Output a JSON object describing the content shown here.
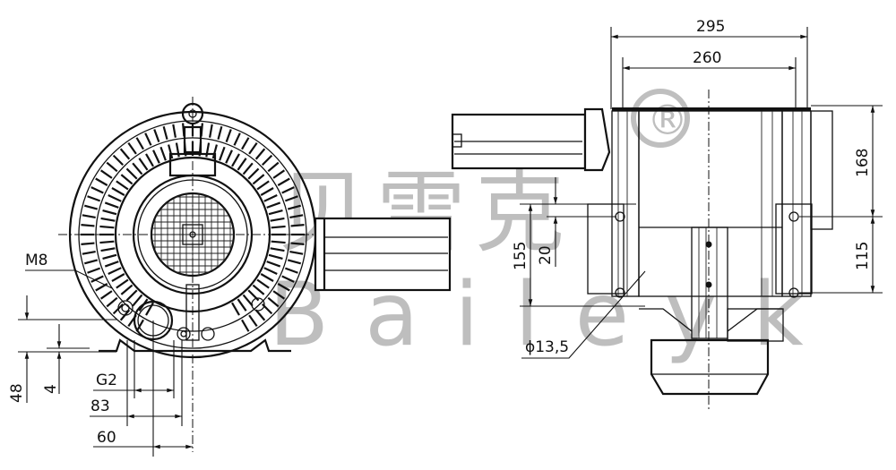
{
  "drawing": {
    "subject": "Side channel blower dimension drawing",
    "front_view": {
      "labels": {
        "thread": "M8",
        "connection": "G2",
        "dim_83": "83",
        "dim_60": "60",
        "dim_48": "48",
        "dim_4": "4"
      }
    },
    "side_view": {
      "labels": {
        "dim_295": "295",
        "dim_260": "260",
        "dim_168": "168",
        "dim_115": "115",
        "dim_155": "155",
        "dim_20": "20",
        "hole_diameter": "ϕ13,5"
      }
    },
    "watermark": {
      "cjk": "贝雷克",
      "latin": "Baileyk",
      "registered_mark": "®",
      "color": "#8a8a8a"
    },
    "colors": {
      "line": "#111111",
      "background": "#ffffff"
    }
  }
}
